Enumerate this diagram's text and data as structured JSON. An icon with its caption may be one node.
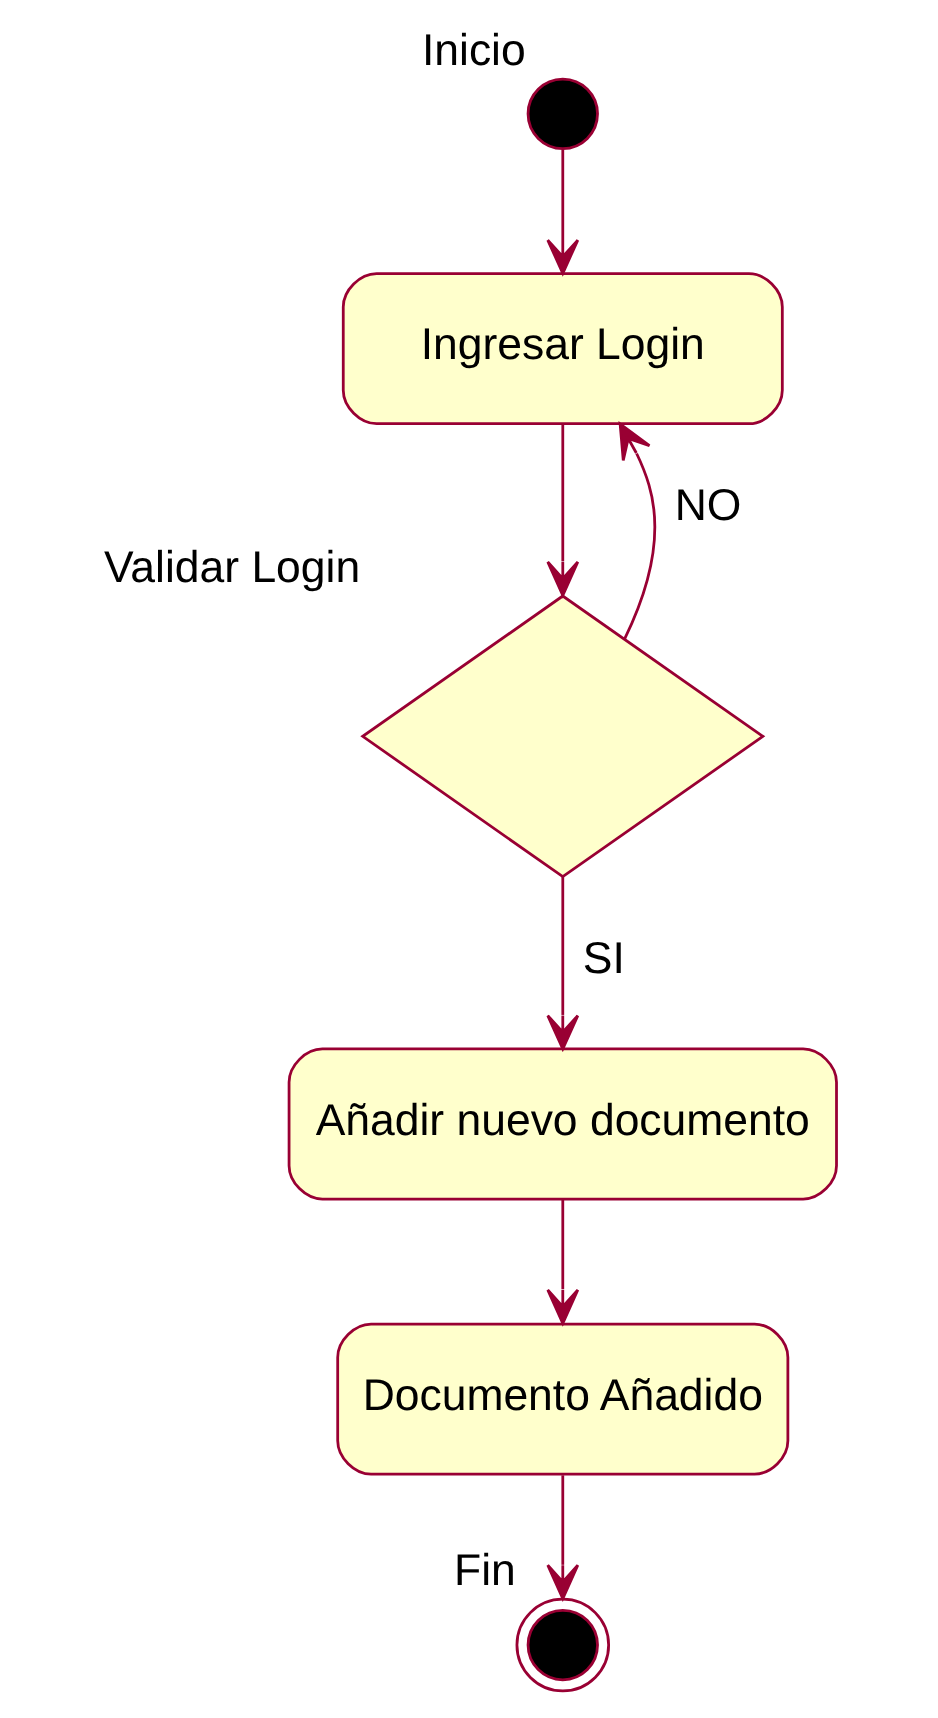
{
  "diagram": {
    "nodes": [
      {
        "text": [],
        "shape": "circle",
        "beside": [
          "Inicio"
        ]
      },
      {
        "text": [
          "Ingresar Login"
        ]
      },
      {
        "text": [
          "Validar Login"
        ]
      },
      {
        "text": [
          "Añadir nuevo documento"
        ]
      },
      {
        "text": [
          "Documento Añadido"
        ]
      },
      {
        "text": [],
        "shape": "circle",
        "beside": [
          "Fin"
        ]
      }
    ],
    "edges": [
      {
        "from": 0,
        "to": 1,
        "arrow": "to"
      },
      {
        "from": 1,
        "to": 2,
        "arrow": "to"
      },
      {
        "from": 2,
        "to": 1,
        "arrow": "to",
        "label": "NO"
      },
      {
        "from": 2,
        "to": 3,
        "arrow": "to",
        "label": "SI"
      },
      {
        "from": 3,
        "to": 4,
        "arrow": "to"
      },
      {
        "from": 4,
        "to": 5,
        "arrow": "to"
      }
    ]
  }
}
